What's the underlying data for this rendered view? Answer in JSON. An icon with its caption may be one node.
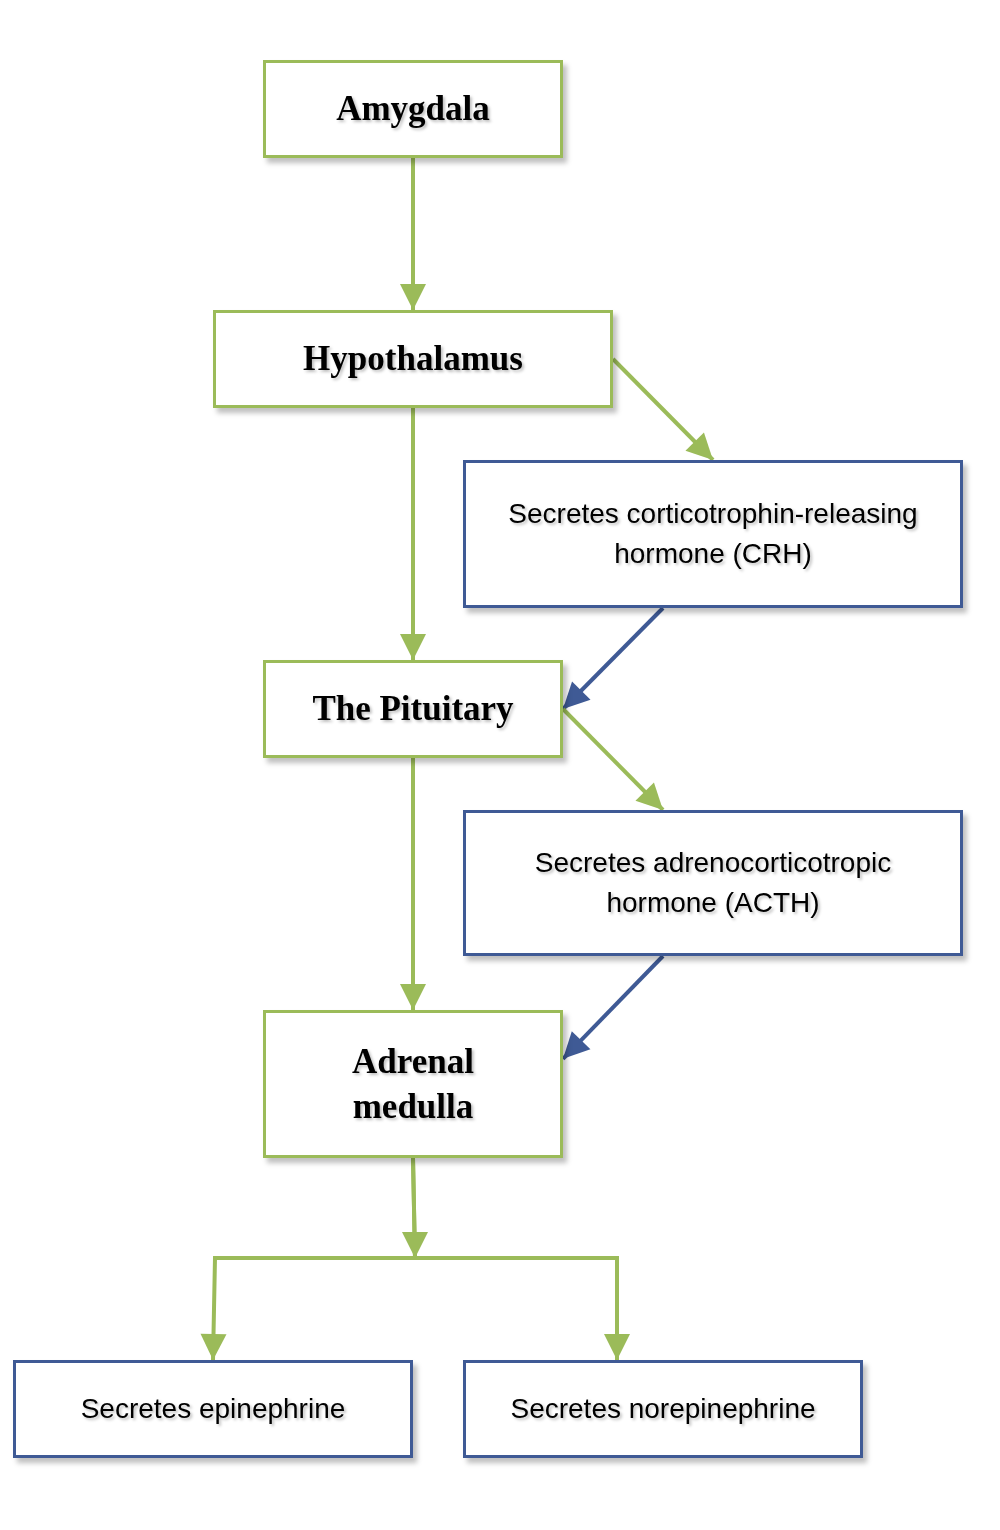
{
  "diagram": {
    "nodes": [
      {
        "text": [
          "Amygdala"
        ]
      },
      {
        "text": [
          "Hypothalamus"
        ]
      },
      {
        "text": [
          "Secretes corticotrophin-releasing hormone (CRH)"
        ]
      },
      {
        "text": [
          "The Pituitary"
        ]
      },
      {
        "text": [
          "Secretes adrenocorticotropic hormone (ACTH)"
        ]
      },
      {
        "text": [
          "Adrenal medulla"
        ]
      },
      {
        "text": [
          "Secretes epinephrine"
        ]
      },
      {
        "text": [
          "Secretes norepinephrine"
        ]
      }
    ],
    "edges": [
      {
        "from": 0,
        "to": 1,
        "arrow": "to"
      },
      {
        "from": 1,
        "to": 2,
        "arrow": "to"
      },
      {
        "from": 1,
        "to": 3,
        "arrow": "to"
      },
      {
        "from": 2,
        "to": 3,
        "arrow": "to",
        "color": "#3f5a95"
      },
      {
        "from": 3,
        "to": 4,
        "arrow": "to"
      },
      {
        "from": 3,
        "to": 5,
        "arrow": "to"
      },
      {
        "from": 4,
        "to": 5,
        "arrow": "to",
        "color": "#3f5a95"
      },
      {
        "from": 5,
        "to": 6,
        "arrow": "to"
      },
      {
        "from": 5,
        "to": 7,
        "arrow": "to"
      }
    ]
  }
}
